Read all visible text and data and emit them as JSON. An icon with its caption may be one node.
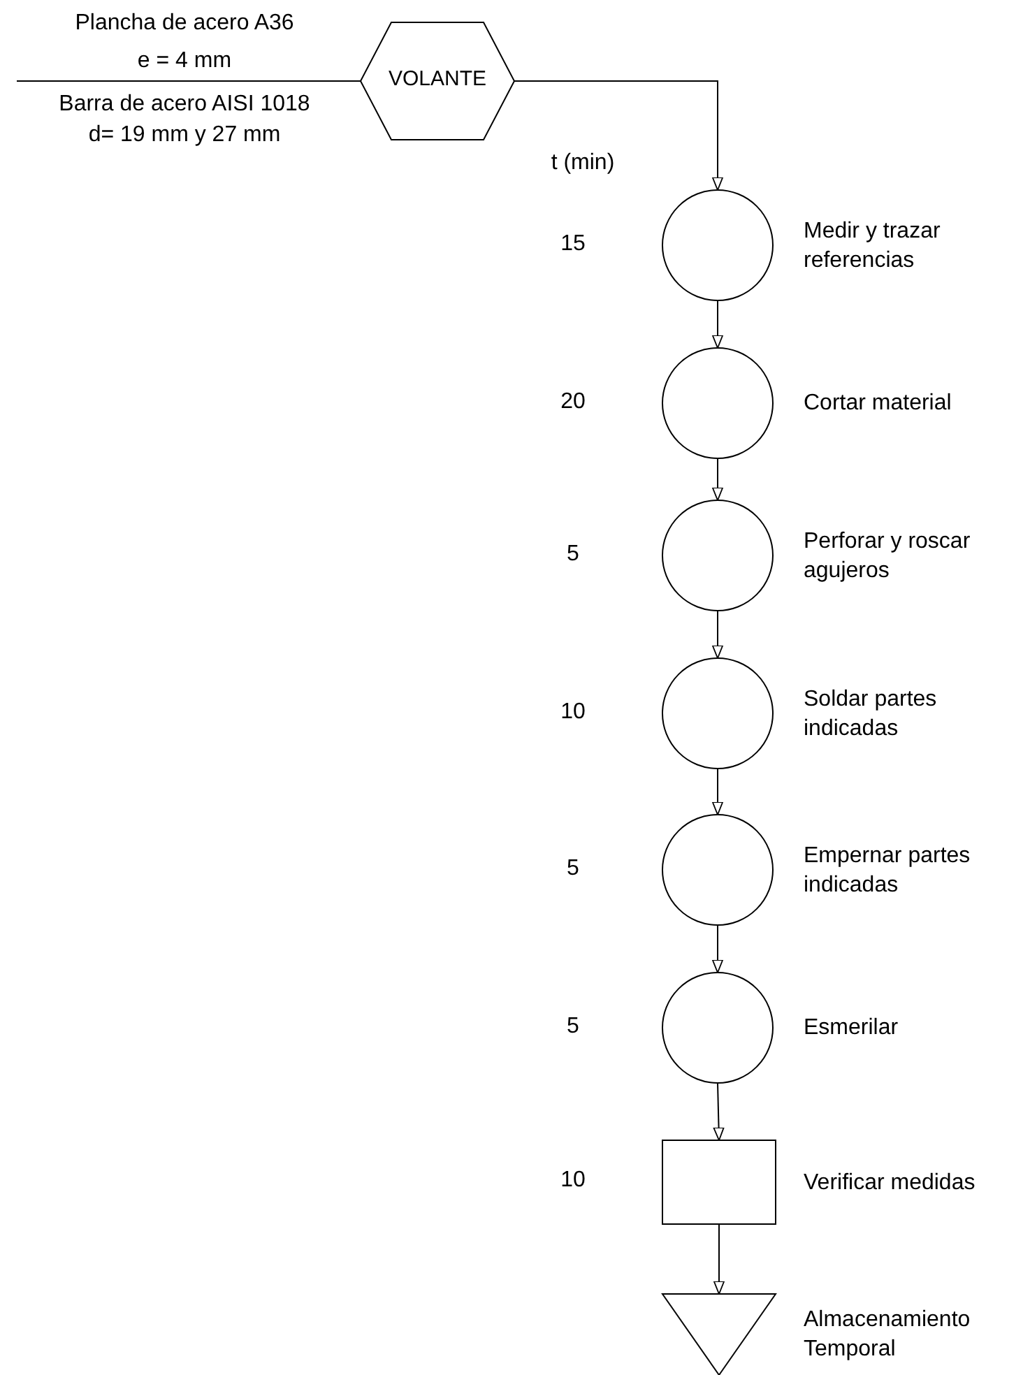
{
  "diagram": {
    "nodes": [
      {
        "text": [
          "VOLANTE"
        ]
      },
      {
        "text": [],
        "shape": "circle",
        "beside": [
          "15",
          "Medir y trazar referencias"
        ]
      },
      {
        "text": [],
        "shape": "circle",
        "beside": [
          "20",
          "Cortar material"
        ]
      },
      {
        "text": [],
        "shape": "circle",
        "beside": [
          "5",
          "Perforar y roscar agujeros"
        ]
      },
      {
        "text": [],
        "shape": "circle",
        "beside": [
          "10",
          "Soldar partes indicadas"
        ]
      },
      {
        "text": [],
        "shape": "circle",
        "beside": [
          "5",
          "Empernar partes indicadas"
        ]
      },
      {
        "text": [],
        "shape": "circle",
        "beside": [
          "5",
          "Esmerilar"
        ]
      },
      {
        "text": [],
        "shape": "box",
        "beside": [
          "10",
          "Verificar medidas"
        ]
      },
      {
        "text": [],
        "shape": "triangle",
        "beside": [
          "Almacenamiento Temporal"
        ]
      }
    ],
    "edges": [
      {
        "from": null,
        "to": 0,
        "arrow": "none"
      },
      {
        "from": 0,
        "to": 1,
        "arrow": "to"
      },
      {
        "from": 1,
        "to": 2,
        "arrow": "to"
      },
      {
        "from": 2,
        "to": 3,
        "arrow": "to"
      },
      {
        "from": 3,
        "to": 4,
        "arrow": "to"
      },
      {
        "from": 4,
        "to": 5,
        "arrow": "to"
      },
      {
        "from": 5,
        "to": 6,
        "arrow": "to"
      },
      {
        "from": 6,
        "to": 7,
        "arrow": "to"
      },
      {
        "from": 7,
        "to": 8,
        "arrow": "to"
      }
    ],
    "labels": [
      "Plancha de acero A36",
      "e = 4 mm",
      "Barra de acero AISI 1018",
      "d= 19 mm y 27 mm",
      "t (min)"
    ]
  }
}
